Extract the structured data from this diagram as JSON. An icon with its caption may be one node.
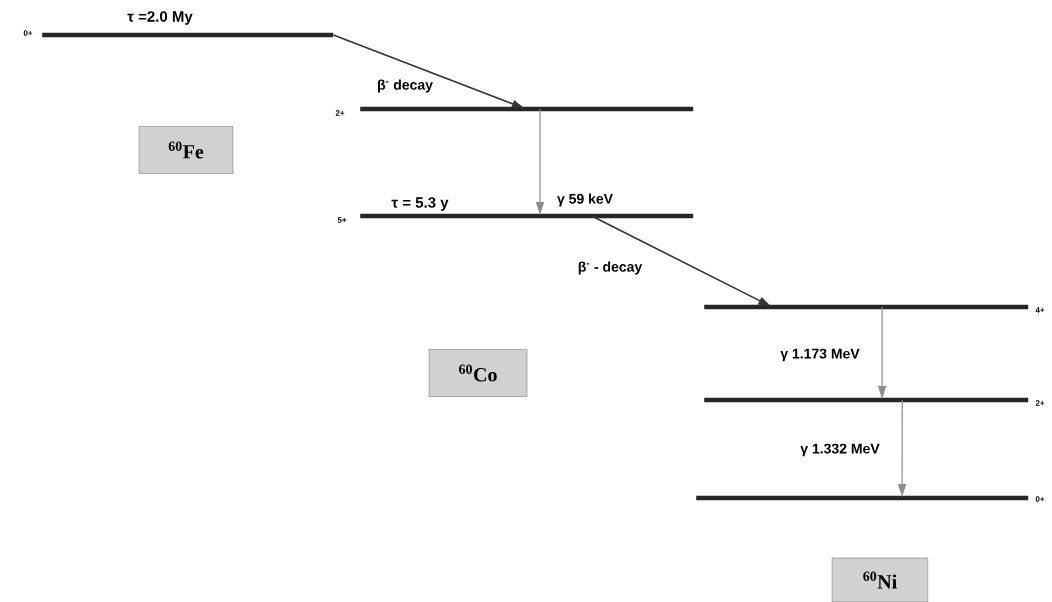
{
  "diagram": {
    "nodes": [
      {
        "text": [],
        "shape": "bar",
        "beside": [
          "0+",
          "τ =2.0 My"
        ]
      },
      {
        "text": [],
        "shape": "bar",
        "beside": [
          "2+"
        ]
      },
      {
        "text": [],
        "shape": "bar",
        "beside": [
          "5+",
          "τ = 5.3 y"
        ]
      },
      {
        "text": [],
        "shape": "bar",
        "beside": [
          "4+"
        ]
      },
      {
        "text": [],
        "shape": "bar",
        "beside": [
          "2+"
        ]
      },
      {
        "text": [],
        "shape": "bar",
        "beside": [
          "0+"
        ]
      },
      {
        "text": [
          "$^{60}$Fe"
        ]
      },
      {
        "text": [
          "$^{60}$Co"
        ]
      },
      {
        "text": [
          "$^{60}$Ni"
        ]
      }
    ],
    "edges": [
      {
        "from": 0,
        "to": 1,
        "arrow": "to",
        "label": "β$^{-}$ decay",
        "color": "#333333"
      },
      {
        "from": 1,
        "to": 2,
        "arrow": "to",
        "label": "γ 59 keV"
      },
      {
        "from": 2,
        "to": 3,
        "arrow": "to",
        "label": "β$^{-}$ - decay",
        "color": "#333333"
      },
      {
        "from": 3,
        "to": 4,
        "arrow": "to",
        "label": "γ 1.173 MeV"
      },
      {
        "from": 4,
        "to": 5,
        "arrow": "to",
        "label": "γ 1.332 MeV"
      }
    ]
  }
}
